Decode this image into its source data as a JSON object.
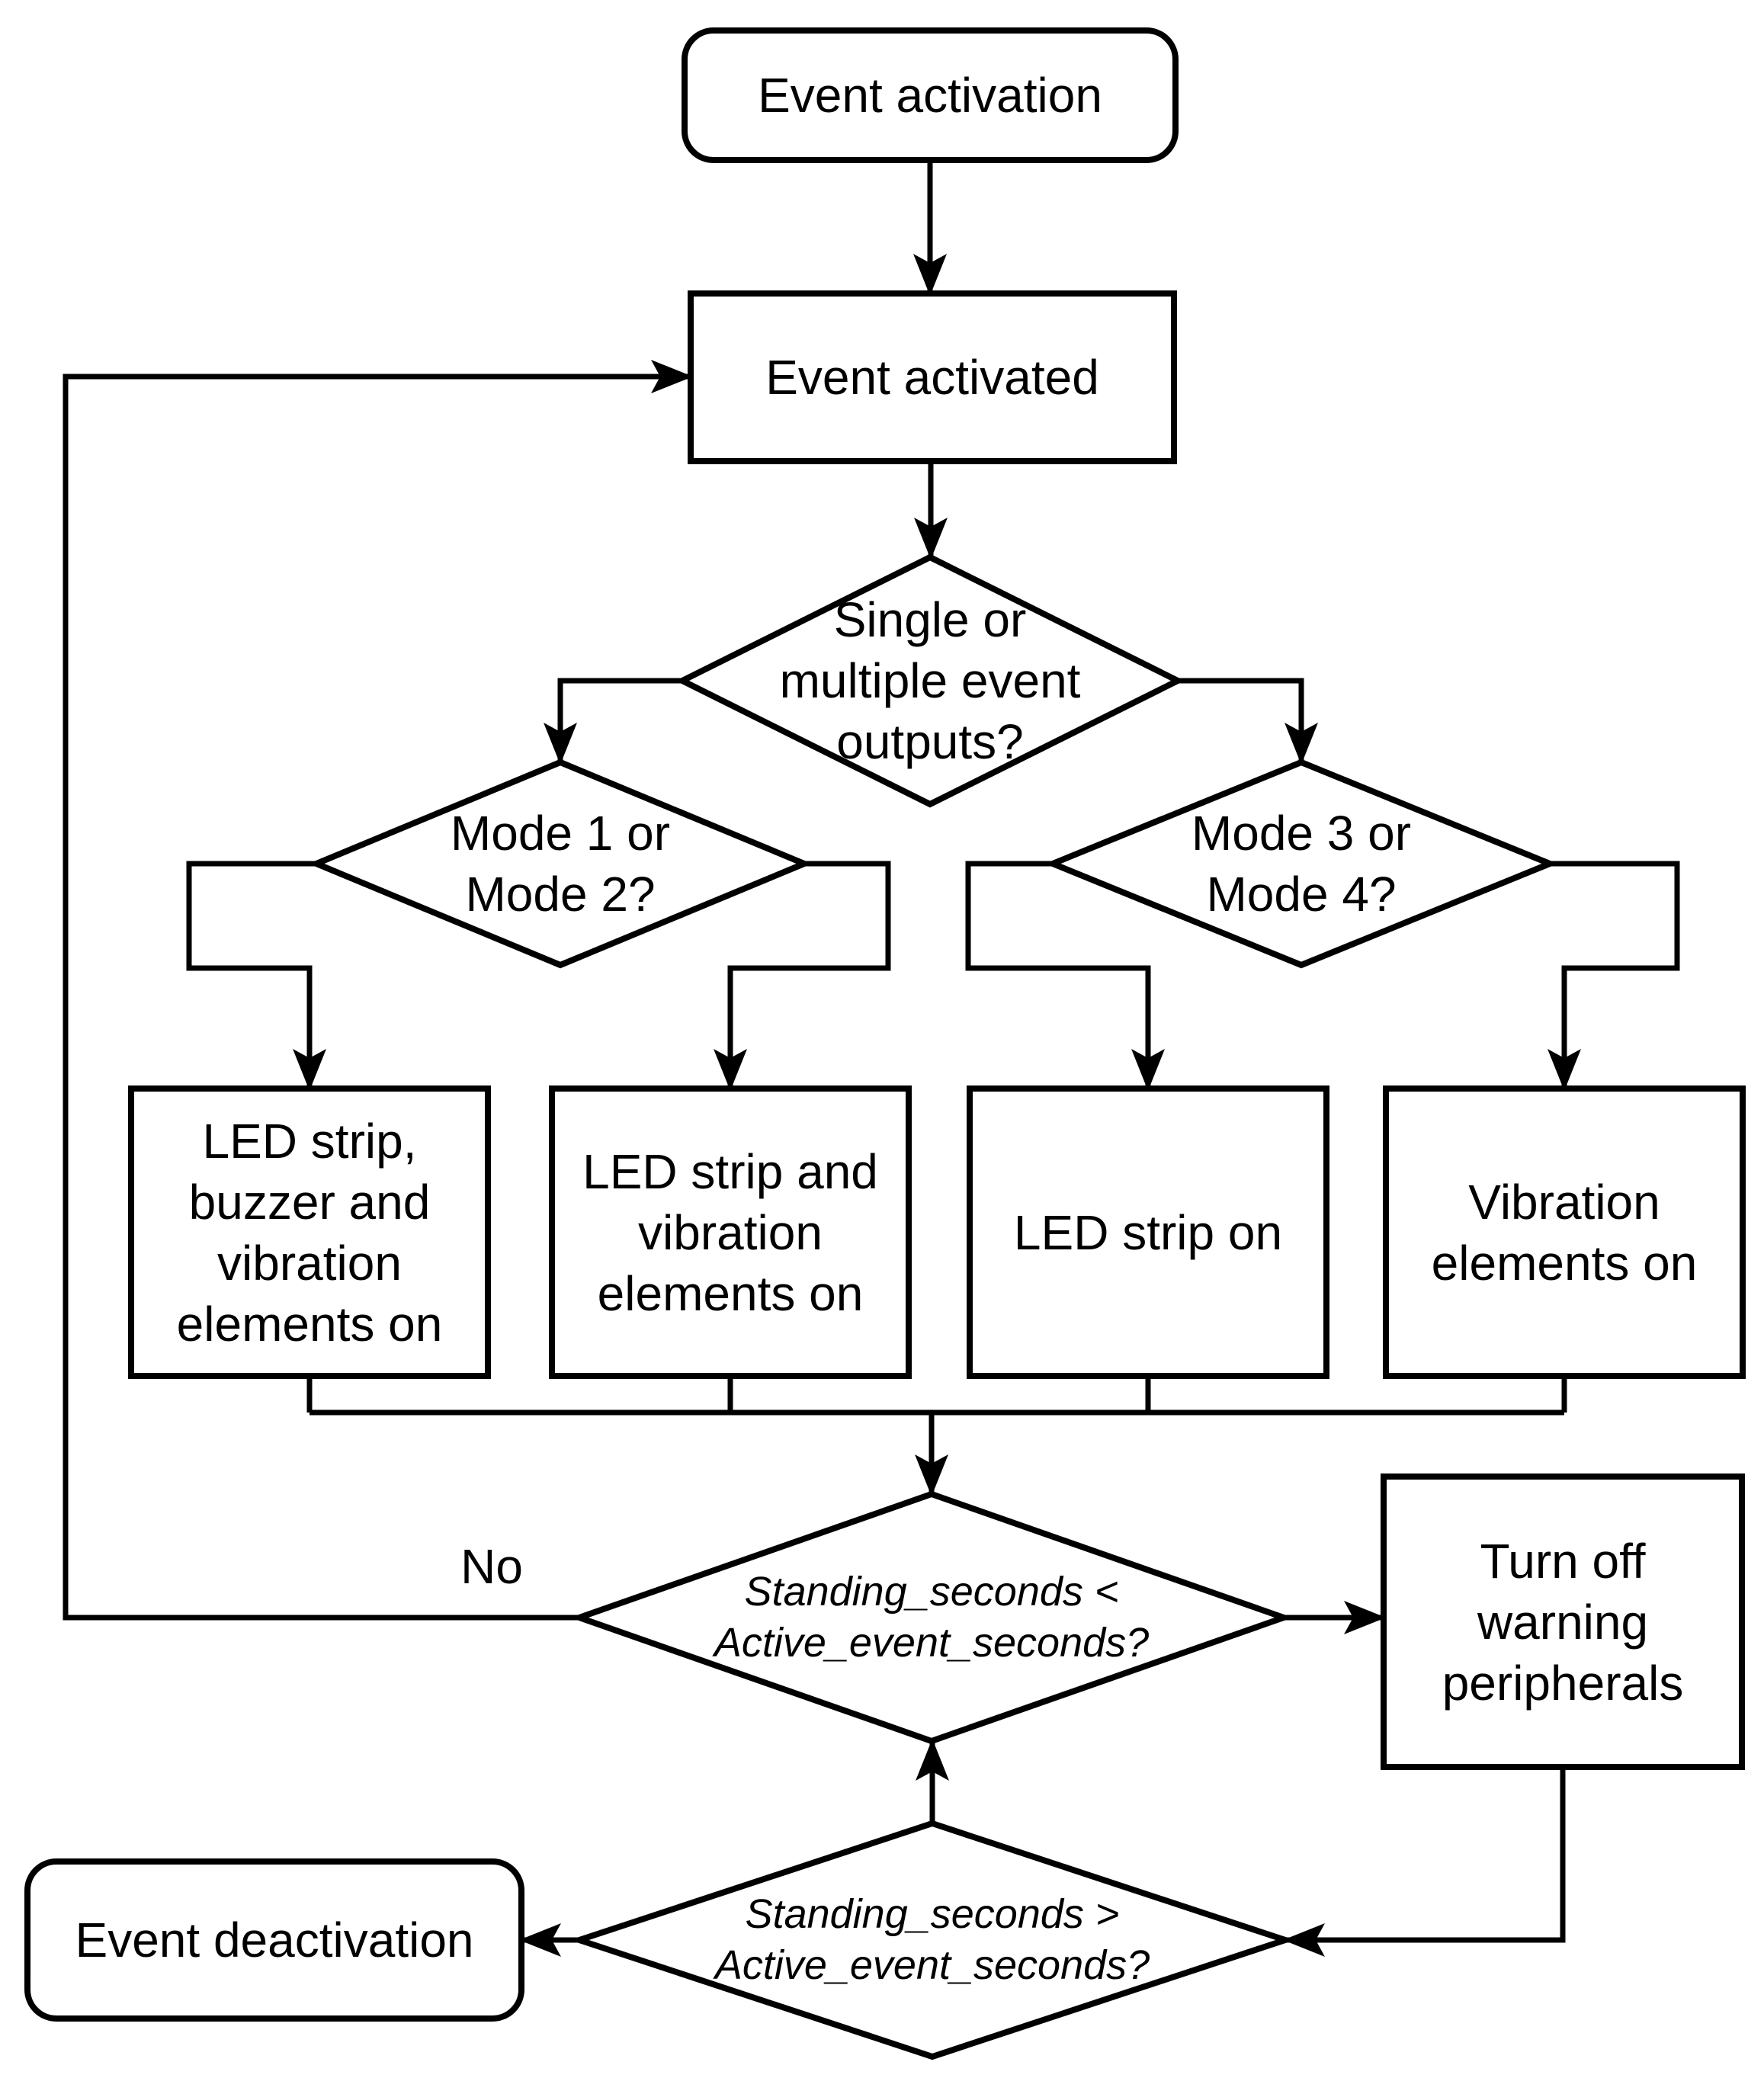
{
  "diagram": {
    "type": "flowchart",
    "colors": {
      "background": "#ffffff",
      "stroke": "#000000",
      "text": "#000000"
    },
    "nodes": {
      "event_activation": {
        "type": "terminator",
        "label": "Event activation"
      },
      "event_activated": {
        "type": "process",
        "label": "Event activated"
      },
      "single_or_multiple": {
        "type": "decision",
        "label": "Single or\nmultiple event\noutputs?"
      },
      "mode_1_or_2": {
        "type": "decision",
        "label": "Mode 1 or\nMode 2?"
      },
      "mode_3_or_4": {
        "type": "decision",
        "label": "Mode 3 or\nMode 4?"
      },
      "led_buzzer_vibration_on": {
        "type": "process",
        "label": "LED strip,\nbuzzer and\nvibration\nelements on"
      },
      "led_vibration_on": {
        "type": "process",
        "label": "LED strip and\nvibration\nelements on"
      },
      "led_strip_on": {
        "type": "process",
        "label": "LED strip on"
      },
      "vibration_elements_on": {
        "type": "process",
        "label": "Vibration\nelements on"
      },
      "standing_lt_active": {
        "type": "decision",
        "label": "Standing_seconds <\nActive_event_seconds?"
      },
      "turn_off_warning": {
        "type": "process",
        "label": "Turn off\nwarning\nperipherals"
      },
      "standing_gt_active": {
        "type": "decision",
        "label": "Standing_seconds >\nActive_event_seconds?"
      },
      "event_deactivation": {
        "type": "terminator",
        "label": "Event deactivation"
      }
    },
    "edge_labels": {
      "no": "No"
    }
  }
}
